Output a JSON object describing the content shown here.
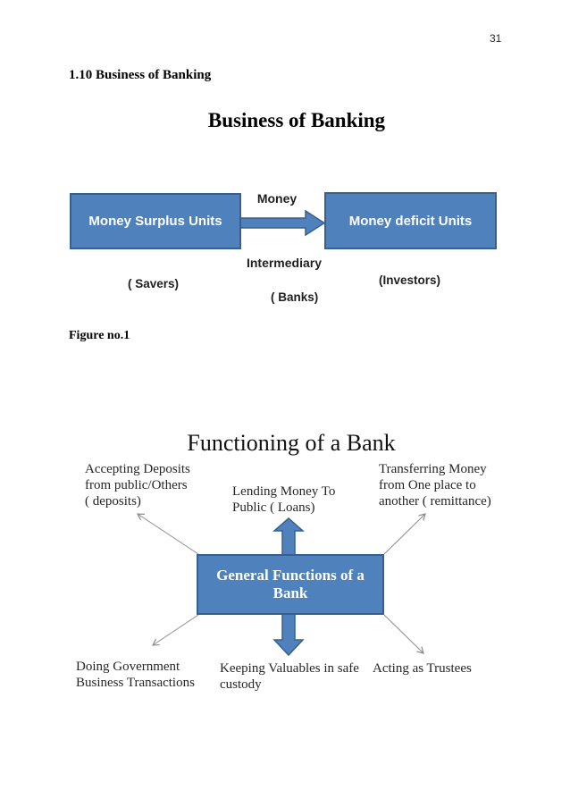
{
  "page_number": "31",
  "heading": "1.10 Business of Banking",
  "doc_title": "Business of Banking",
  "figure1": {
    "surplus_box": "Money Surplus Units",
    "deficit_box": "Money deficit Units",
    "flow_label_top": "Money",
    "flow_label_bottom": "Intermediary",
    "savers": "( Savers)",
    "investors": "(Investors)",
    "banks": "( Banks)",
    "caption": "Figure no.1"
  },
  "figure2": {
    "title": "Functioning of a Bank",
    "center_box": "General Functions of  a\nBank",
    "accepting_deposits": "Accepting Deposits\nfrom public/Others\n( deposits)",
    "lending_money": "Lending Money To\nPublic ( Loans)",
    "transferring_money": "Transferring Money\nfrom One place to\nanother ( remittance)",
    "government_business": "Doing Government\nBusiness Transactions",
    "keeping_valuables": "Keeping Valuables in safe\ncustody",
    "acting_trustees": "Acting as Trustees"
  },
  "colors": {
    "shape_fill": "#4f81bd",
    "shape_border": "#36618f",
    "thin_arrow": "#8c8c8c"
  }
}
